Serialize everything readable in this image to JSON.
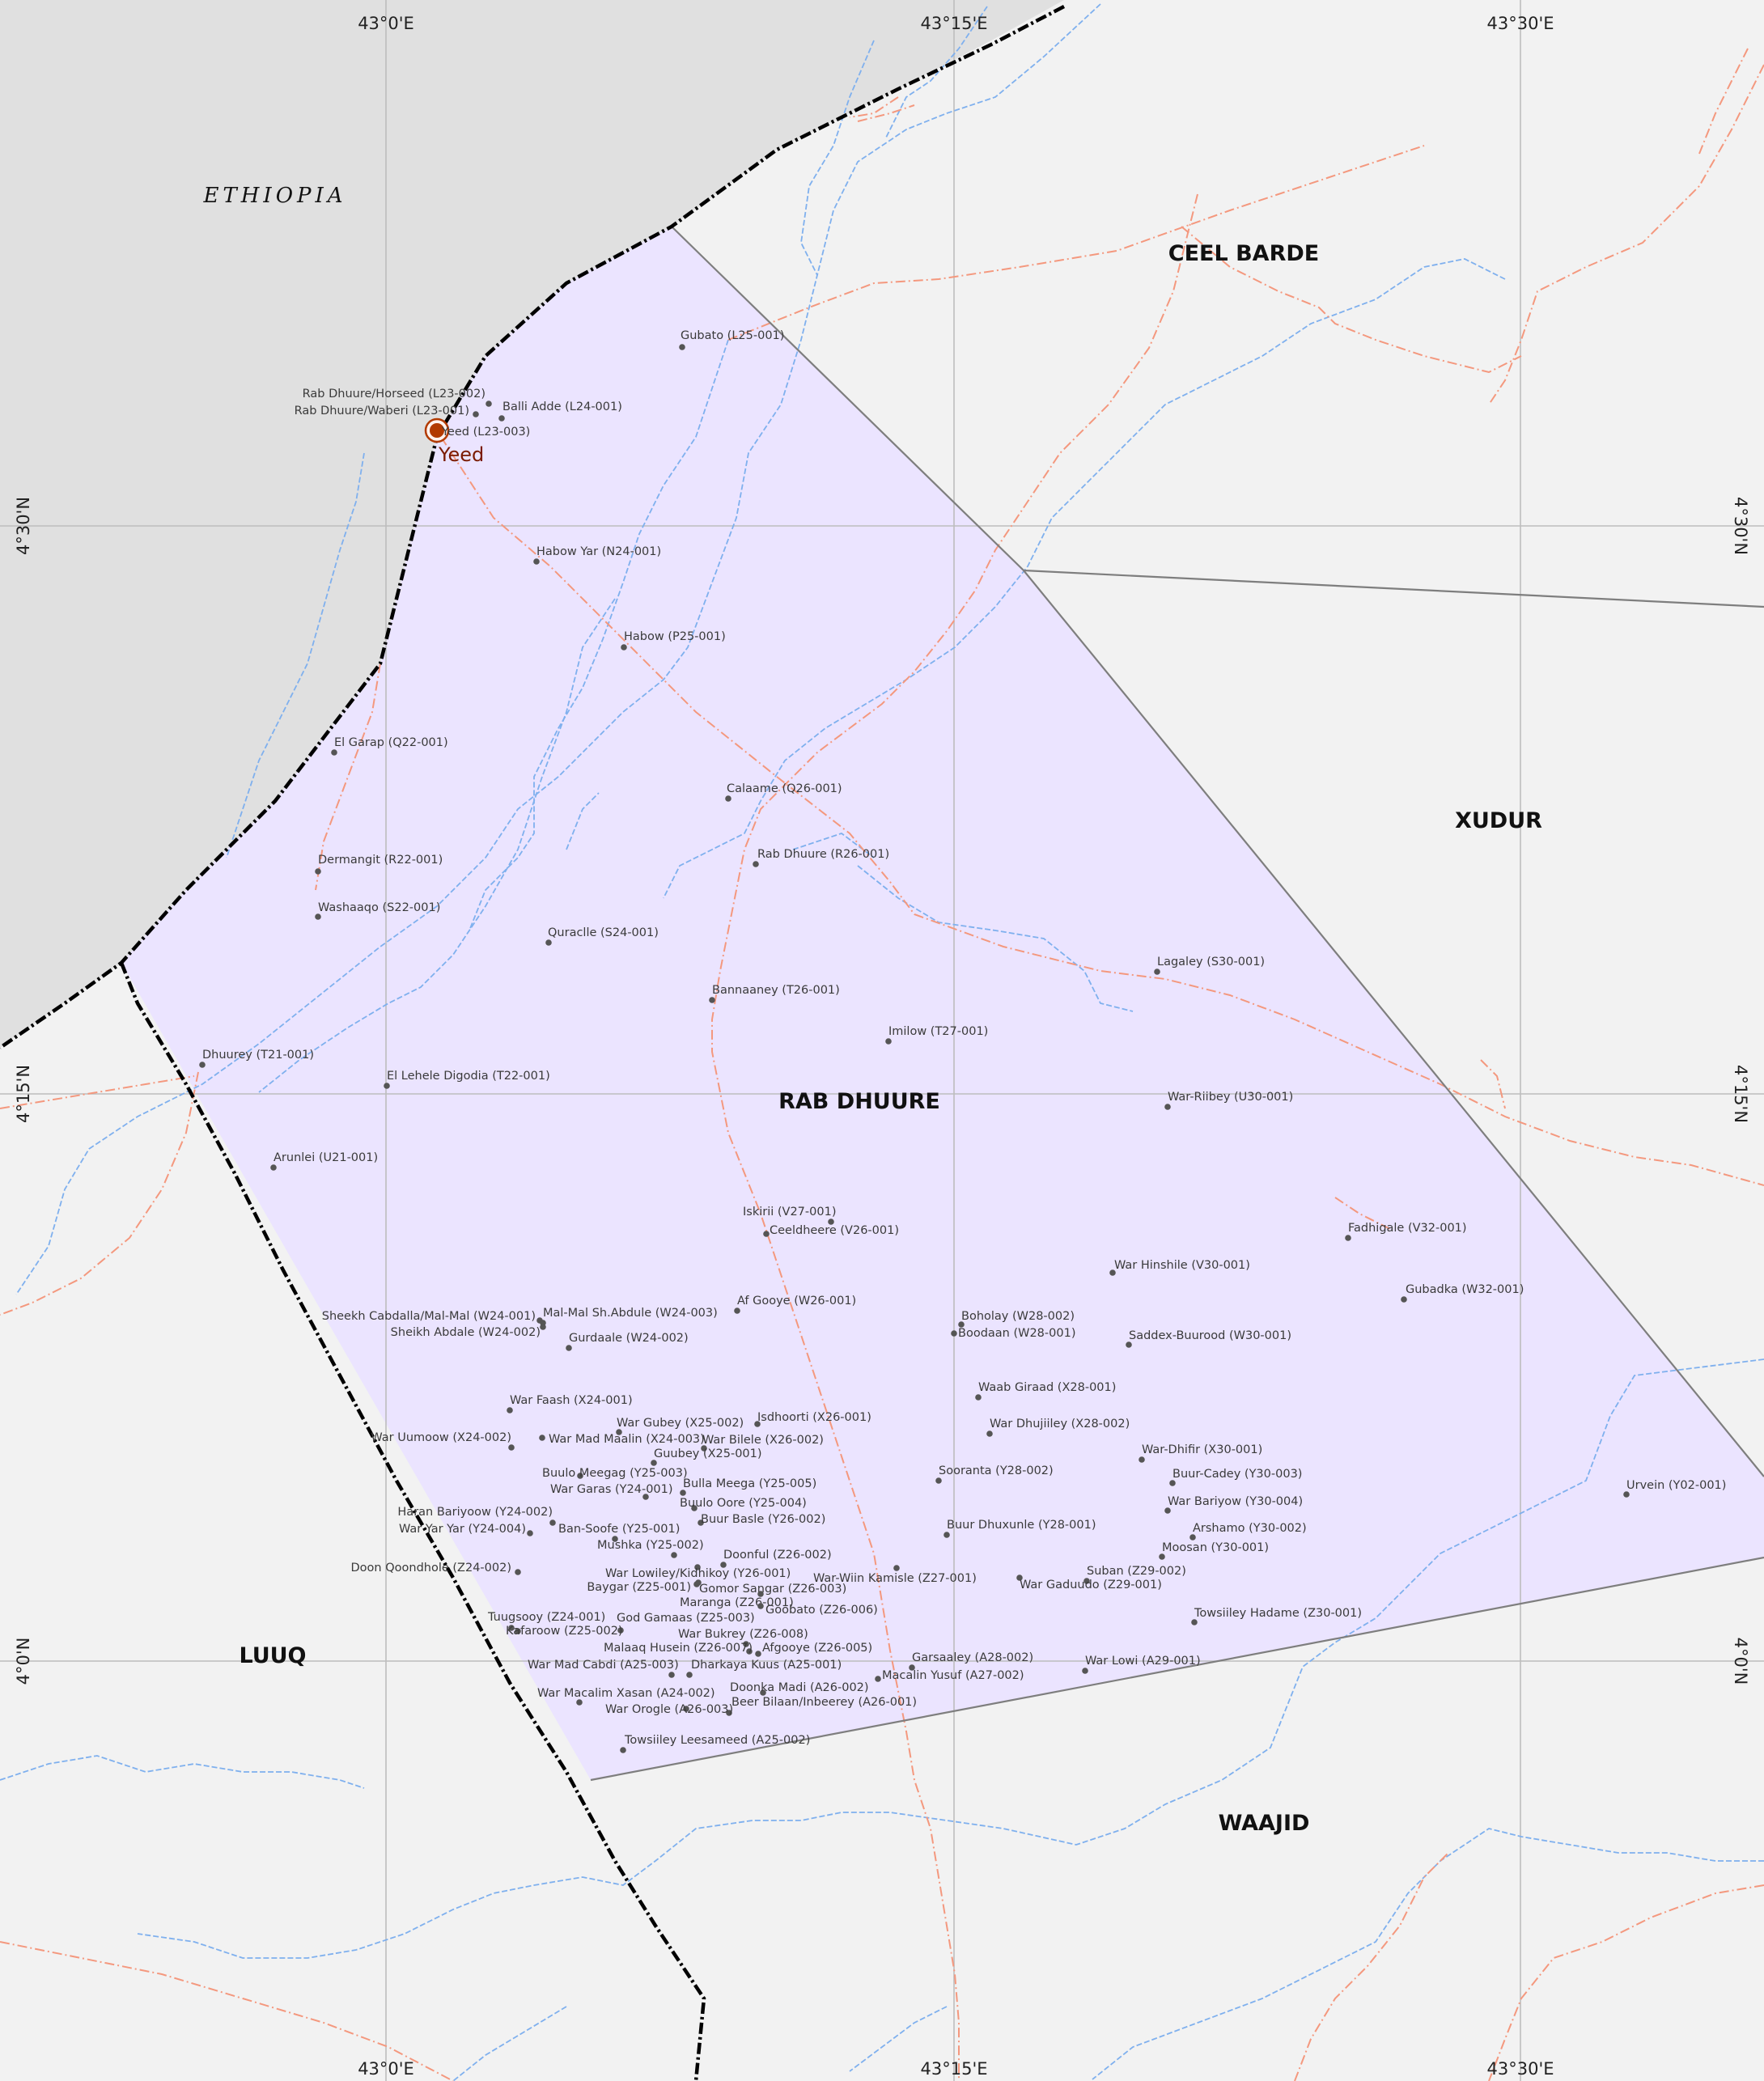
{
  "map": {
    "lon_labels": [
      "43°0'E",
      "43°15'E",
      "43°30'E"
    ],
    "lat_labels": [
      "4°30'N",
      "4°15'N",
      "4°0'N"
    ],
    "country": "ETHIOPIA",
    "regions": [
      "CEEL BARDE",
      "XUDUR",
      "RAB DHUURE",
      "LUUQ",
      "WAAJID"
    ],
    "district_fill": "#ebe4ff",
    "ethiopia_fill": "#e0e0e0",
    "river_color": "#7fb0ee",
    "road_color": "#f4987e",
    "main_town": {
      "name": "Yeed",
      "code": "Yeed (L23-003)",
      "color": "#b23a00"
    },
    "places": [
      "Gubato (L25-001)",
      "Rab Dhuure/Horseed (L23-002)",
      "Rab Dhuure/Waberi (L23-001)",
      "Balli Adde (L24-001)",
      "Habow Yar (N24-001)",
      "Habow (P25-001)",
      "El Garap (Q22-001)",
      "Calaame (Q26-001)",
      "Dermangit (R22-001)",
      "Rab Dhuure (R26-001)",
      "Washaaqo (S22-001)",
      "Quraclle (S24-001)",
      "Lagaley (S30-001)",
      "Bannaaney (T26-001)",
      "Imilow (T27-001)",
      "Dhuurey (T21-001)",
      "El Lehele Digodia (T22-001)",
      "War-Riibey (U30-001)",
      "Arunlei (U21-001)",
      "Iskirii (V27-001)",
      "Ceeldheere (V26-001)",
      "Fadhigale (V32-001)",
      "War Hinshile (V30-001)",
      "Gubadka (W32-001)",
      "Af Gooye (W26-001)",
      "Sheekh Cabdalla/Mal-Mal (W24-001)",
      "Mal-Mal Sh.Abdule (W24-003)",
      "Boholay (W28-002)",
      "Sheikh Abdale (W24-002)",
      "Boodaan (W28-001)",
      "Saddex-Buurood (W30-001)",
      "Gurdaale (W24-002)",
      "Waab Giraad (X28-001)",
      "War Faash (X24-001)",
      "Isdhoorti (X26-001)",
      "War Gubey (X25-002)",
      "War Dhujiiley (X28-002)",
      "War Uumoow (X24-002)",
      "War Mad Maalin (X24-003)",
      "War Bilele (X26-002)",
      "War-Dhifir (X30-001)",
      "Guubey (X25-001)",
      "Buulo Meegag (Y25-003)",
      "Sooranta (Y28-002)",
      "Buur-Cadey (Y30-003)",
      "Bulla Meega (Y25-005)",
      "Urvein (Y02-001)",
      "War Garas (Y24-001)",
      "Buulo Oore (Y25-004)",
      "War Bariyow (Y30-004)",
      "Haran Bariyoow (Y24-002)",
      "Buur Basle (Y26-002)",
      "Buur Dhuxunle (Y28-001)",
      "Arshamo (Y30-002)",
      "War Yar Yar (Y24-004)",
      "Ban-Soofe (Y25-001)",
      "Mushka (Y25-002)",
      "Moosan (Y30-001)",
      "Doonful (Z26-002)",
      "Doon Qoondhole (Z24-002)",
      "War Lowiley/Kidhikoy (Y26-001)",
      "Suban (Z29-002)",
      "War-Wiin Kamisle (Z27-001)",
      "War Gaduudo (Z29-001)",
      "Baygar (Z25-001)",
      "Gomor Sangar (Z26-003)",
      "Maranga (Z26-001)",
      "Goobato (Z26-006)",
      "Towsiiley Hadame (Z30-001)",
      "Tuugsooy (Z24-001)",
      "God Gamaas (Z25-003)",
      "Kafaroow (Z25-002)",
      "War Bukrey (Z26-008)",
      "Malaaq Husein (Z26-007)",
      "Afgooye (Z26-005)",
      "Garsaaley (A28-002)",
      "War Lowi (A29-001)",
      "War Mad Cabdi (A25-003)",
      "Dharkaya Kuus (A25-001)",
      "Macalin Yusuf (A27-002)",
      "Doonka Madi (A26-002)",
      "War Macalim Xasan (A24-002)",
      "Beer Bilaan/Inbeerey (A26-001)",
      "War Orogle (A26-003)",
      "Towsiiley Leesameed (A25-002)"
    ]
  }
}
